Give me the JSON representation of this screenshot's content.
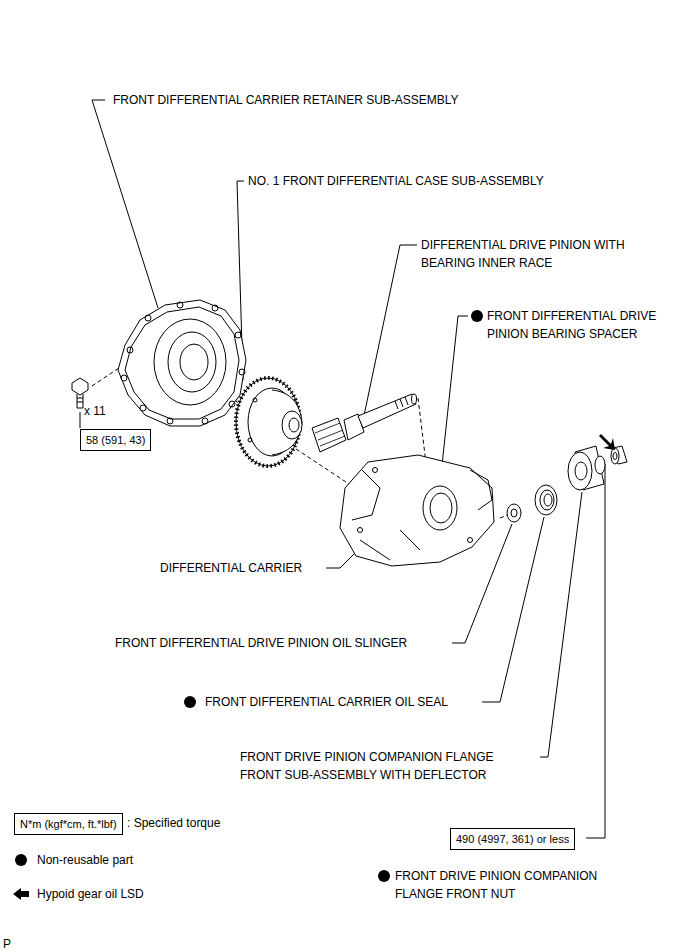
{
  "diagram": {
    "nodes": [
      {
        "text": [
          "58 (591, 43)"
        ]
      },
      {
        "text": [
          "490 (4997, 361) or less"
        ]
      },
      {
        "text": [
          "N*m (kgf*cm, ft.*lbf)"
        ]
      }
    ],
    "labels": [
      "FRONT DIFFERENTIAL CARRIER RETAINER SUB-ASSEMBLY",
      "NO. 1 FRONT DIFFERENTIAL CASE SUB-ASSEMBLY",
      "DIFFERENTIAL DRIVE PINION WITH BEARING INNER RACE",
      "FRONT DIFFERENTIAL DRIVE PINION BEARING SPACER",
      "x 11",
      "DIFFERENTIAL CARRIER",
      "FRONT DIFFERENTIAL DRIVE PINION OIL SLINGER",
      "FRONT DIFFERENTIAL CARRIER OIL SEAL",
      "FRONT DRIVE PINION COMPANION FLANGE FRONT SUB-ASSEMBLY WITH DEFLECTOR",
      "FRONT DRIVE PINION COMPANION FLANGE FRONT NUT",
      "P"
    ],
    "legend": [
      {
        "text": ": Specified torque"
      },
      {
        "text": "Non-reusable part"
      },
      {
        "text": "Hypoid gear oil LSD"
      }
    ]
  }
}
